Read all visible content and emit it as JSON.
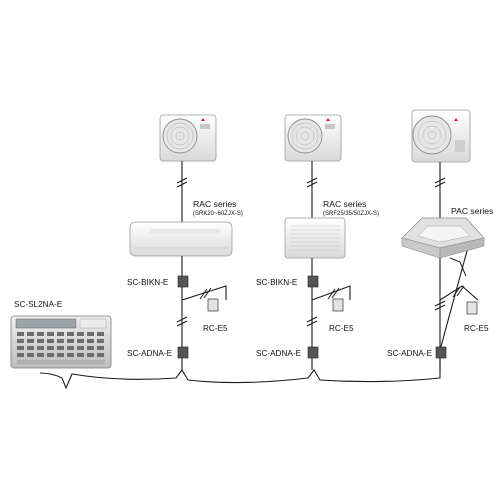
{
  "controller": {
    "label": "SC-SL2NA-E"
  },
  "units": [
    {
      "series": "RAC series",
      "model": "(SRK20~60ZJX-S)",
      "indoor_type": "wall-mounted",
      "adapter_top": "SC-BIKN-E",
      "remote": "RC-E5",
      "adapter_bottom": "SC-ADNA-E"
    },
    {
      "series": "RAC series",
      "model": "(SRF25/35/50ZJX-S)",
      "indoor_type": "floor-console",
      "adapter_top": "SC-BIKN-E",
      "remote": "RC-E5",
      "adapter_bottom": "SC-ADNA-E"
    },
    {
      "series": "PAC series",
      "model": "",
      "indoor_type": "ceiling-cassette",
      "adapter_top": "",
      "remote": "RC-E5",
      "adapter_bottom": "SC-ADNA-E"
    }
  ],
  "colors": {
    "line": "#1a1a1a",
    "adapter": "#555555",
    "remote": "#e3e3e3",
    "unit_body": "#f2f2f2",
    "controller_body": "#d8d8d8",
    "brand_red": "#d21f26"
  }
}
